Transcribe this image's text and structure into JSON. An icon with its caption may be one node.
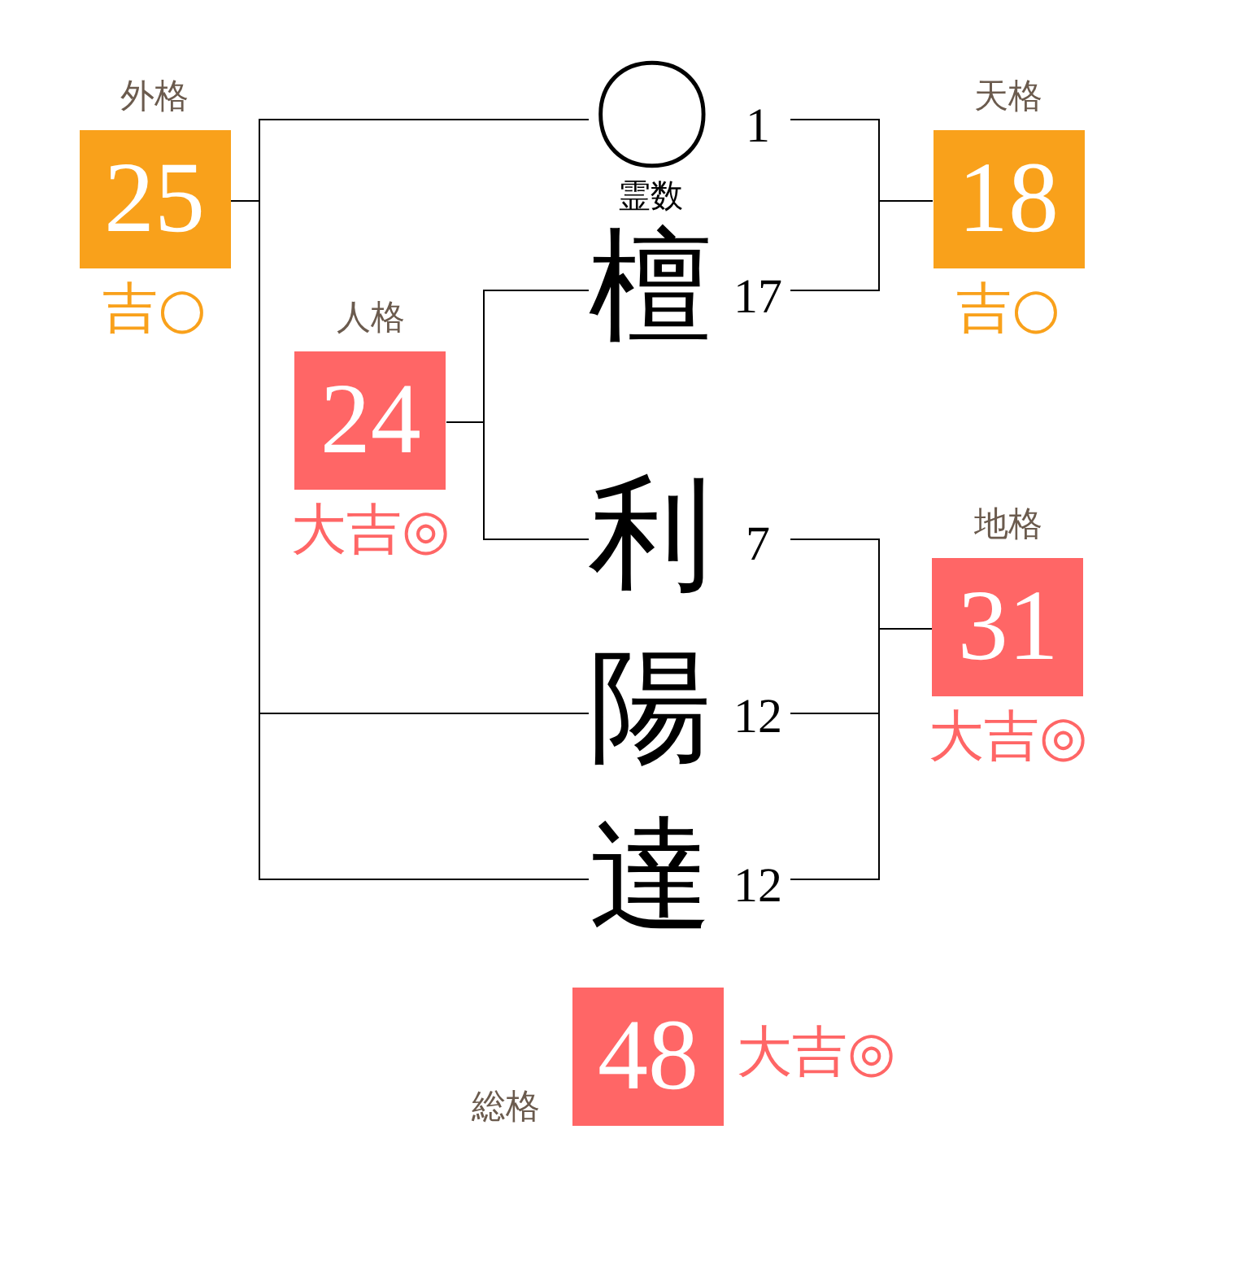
{
  "diagram": {
    "nodes": [
      {
        "text": [
          "外格",
          "25"
        ],
        "beside": [
          "吉○"
        ]
      },
      {
        "text": [
          "〇"
        ],
        "beside": [
          "1",
          "霊数"
        ]
      },
      {
        "text": [
          "天格",
          "18"
        ],
        "beside": [
          "吉○"
        ]
      },
      {
        "text": [
          "檀"
        ],
        "beside": [
          "17"
        ]
      },
      {
        "text": [
          "人格",
          "24"
        ],
        "beside": [
          "大吉◎"
        ]
      },
      {
        "text": [
          "利"
        ],
        "beside": [
          "7"
        ]
      },
      {
        "text": [
          "地格",
          "31"
        ],
        "beside": [
          "大吉◎"
        ]
      },
      {
        "text": [
          "陽"
        ],
        "beside": [
          "12"
        ]
      },
      {
        "text": [
          "達"
        ],
        "beside": [
          "12"
        ]
      },
      {
        "text": [
          "総格",
          "48"
        ],
        "beside": [
          "大吉◎"
        ]
      }
    ],
    "edges": [
      {
        "from": 1,
        "to": 2,
        "arrow": "none"
      },
      {
        "from": 3,
        "to": 2,
        "arrow": "none"
      },
      {
        "from": 3,
        "to": 4,
        "arrow": "none"
      },
      {
        "from": 5,
        "to": 4,
        "arrow": "none"
      },
      {
        "from": 5,
        "to": 6,
        "arrow": "none"
      },
      {
        "from": 7,
        "to": 6,
        "arrow": "none"
      },
      {
        "from": 8,
        "to": 6,
        "arrow": "none"
      },
      {
        "from": 1,
        "to": 0,
        "arrow": "none"
      },
      {
        "from": 7,
        "to": 0,
        "arrow": "none"
      },
      {
        "from": 8,
        "to": 0,
        "arrow": "none"
      }
    ]
  }
}
